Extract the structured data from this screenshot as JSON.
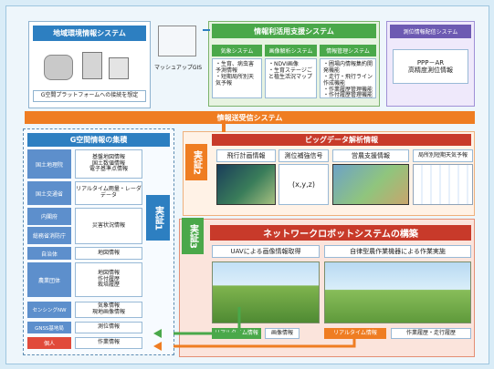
{
  "colors": {
    "blue": "#2d7fc1",
    "green": "#4aa84a",
    "purple": "#6d5ab2",
    "orange": "#ef7d22",
    "red": "#c83a2a"
  },
  "top": {
    "gis_system": "地域環境情報システム",
    "gis_note": "G空間プラットフォームへの接続を想定",
    "mashup": "マッシュアップGIS",
    "utilization_system": "情報利活用支援システム",
    "weather_system": "気象システム",
    "weather_items": [
      "・生育、病虫害予測情報",
      "・短期局所別天気予報"
    ],
    "image_system": "画像解析システム",
    "image_items": [
      "・NDVI画像",
      "・生育ステージごと植生活況マップ"
    ],
    "info_system": "情報管理システム",
    "info_items": [
      "・圃場内情報集約開発機能",
      "・走行・飛行ライン作成機能",
      "・作業履歴管理機能",
      "・作付履歴管理機能"
    ],
    "positioning_system": "測位情報配信システム",
    "positioning_items": [
      "PPP－AR",
      "高精度測位情報"
    ]
  },
  "transmission": "情報送受信システム",
  "left": {
    "header": "G空間情報の集積",
    "rows": [
      {
        "org": "国土地理院",
        "info": [
          "基盤地図情報",
          "国土数値情報",
          "電子基準点情報"
        ]
      },
      {
        "org": "国土交通省",
        "info": [
          "リアルタイム雨量・レーダデータ"
        ]
      },
      {
        "org": "内閣府",
        "info": [
          "災害状況情報"
        ]
      },
      {
        "org": "総務省消防庁",
        "info": []
      },
      {
        "org": "自治体",
        "info": [
          "地図情報"
        ]
      },
      {
        "org": "農業団体",
        "info": [
          "地図情報",
          "作付履歴",
          "栽培履歴"
        ]
      },
      {
        "org": "センシングNW",
        "info": [
          "気象情報",
          "現地画像情報"
        ]
      },
      {
        "org": "GNSS基地局",
        "info": [
          "測位情報"
        ]
      },
      {
        "org": "個人",
        "info": [
          "作業情報"
        ]
      }
    ],
    "jissho1": "実証1"
  },
  "bigdata": {
    "title": "ビッグデータ解析情報",
    "jissho2": "実証2",
    "items": [
      "飛行計画情報",
      "測位補強信号",
      "(x,y,z)",
      "営農支援情報",
      "局所別短期天気予報"
    ]
  },
  "network": {
    "jissho3": "実証3",
    "title": "ネットワークロボットシステムの構築",
    "uav": "UAVによる画像情報取得",
    "machine": "自律型農作業機器による作業実施",
    "tags": [
      "リアルタイム情報",
      "画像情報",
      "リアルタイム情報",
      "作業履歴・走行履歴"
    ]
  }
}
